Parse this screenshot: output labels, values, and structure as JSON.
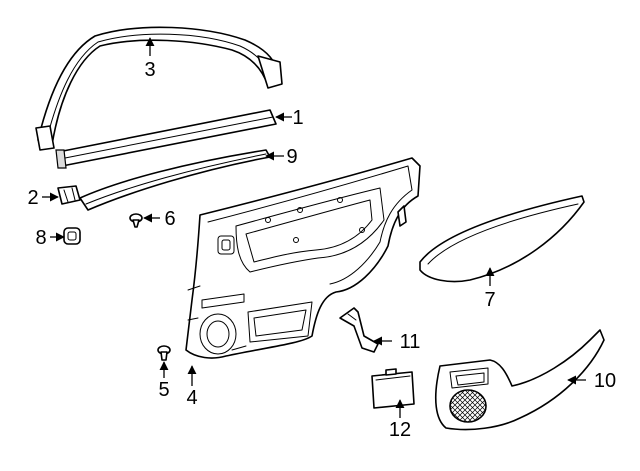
{
  "callouts": [
    {
      "id": "1",
      "label": "1"
    },
    {
      "id": "2",
      "label": "2"
    },
    {
      "id": "3",
      "label": "3"
    },
    {
      "id": "4",
      "label": "4"
    },
    {
      "id": "5",
      "label": "5"
    },
    {
      "id": "6",
      "label": "6"
    },
    {
      "id": "7",
      "label": "7"
    },
    {
      "id": "8",
      "label": "8"
    },
    {
      "id": "9",
      "label": "9"
    },
    {
      "id": "10",
      "label": "10"
    },
    {
      "id": "11",
      "label": "11"
    },
    {
      "id": "12",
      "label": "12"
    }
  ],
  "colors": {
    "line": "#000000",
    "background": "#ffffff",
    "shade": "#dcdcdc"
  }
}
